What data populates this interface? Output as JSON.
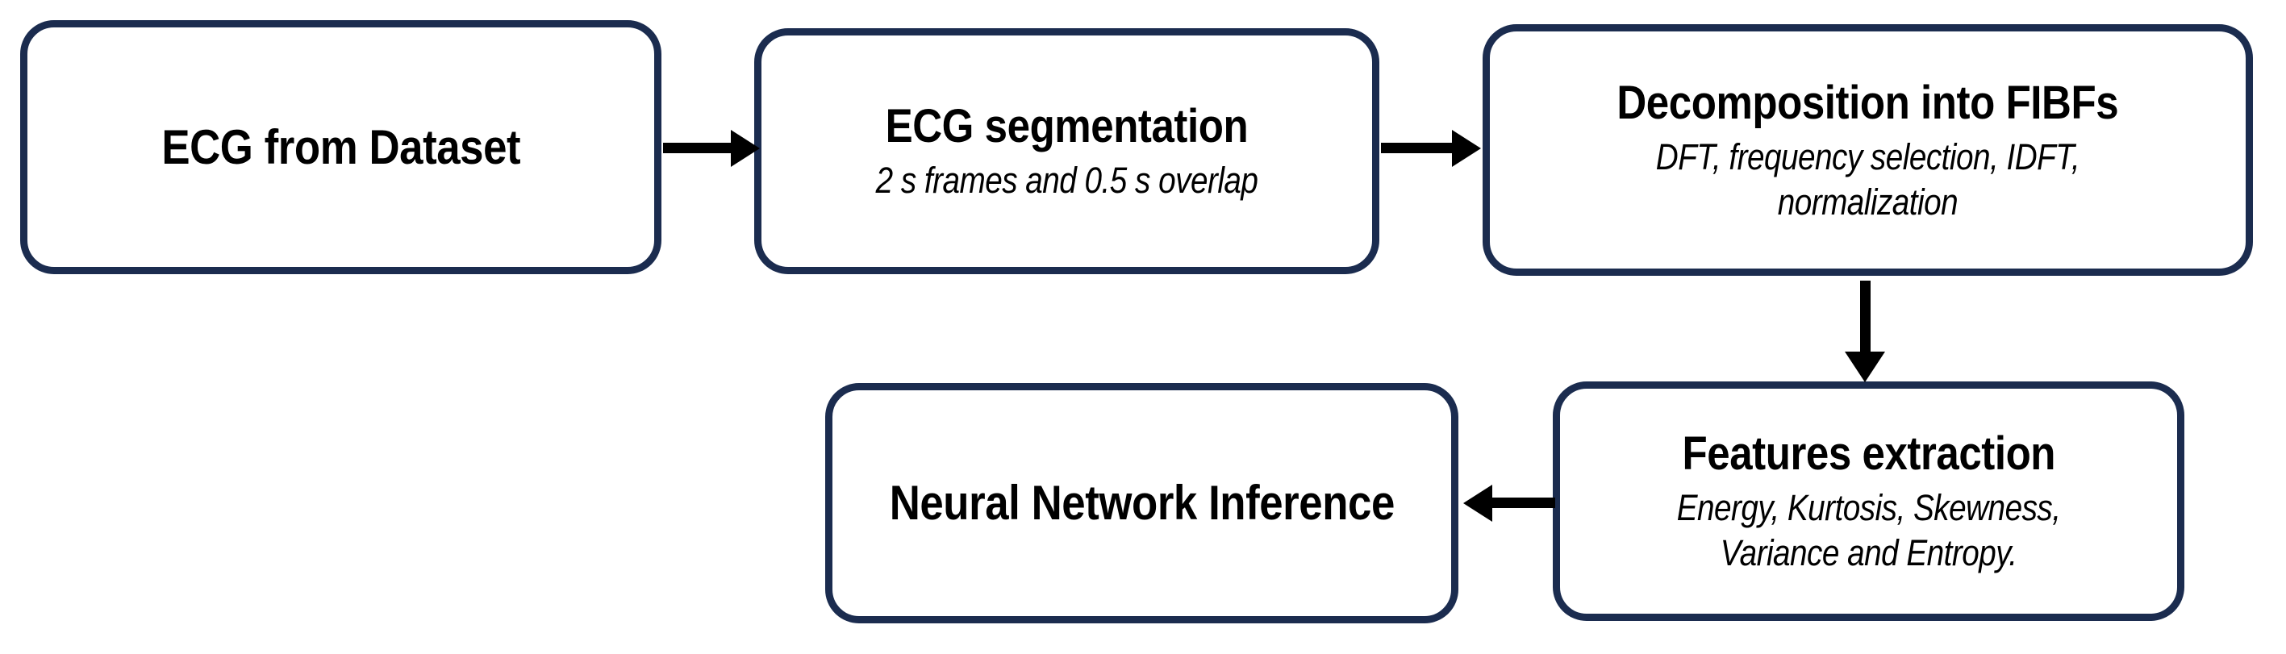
{
  "diagram": {
    "title": "ECG processing pipeline flowchart",
    "colors": {
      "node_border": "#1b2c4f",
      "node_fill": "#ffffff",
      "connector": "#000000",
      "text": "#000000",
      "background": "#ffffff"
    },
    "nodes": [
      {
        "id": "ecg-source",
        "title": "ECG from Dataset",
        "subtitle_lines": []
      },
      {
        "id": "ecg-segmentation",
        "title": "ECG segmentation",
        "subtitle_lines": [
          "2 s frames and 0.5 s overlap"
        ]
      },
      {
        "id": "decomposition",
        "title": "Decomposition into FIBFs",
        "subtitle_lines": [
          "DFT, frequency selection, IDFT,",
          "normalization"
        ]
      },
      {
        "id": "neural-network-inference",
        "title": "Neural Network Inference",
        "subtitle_lines": []
      },
      {
        "id": "features-extraction",
        "title": "Features extraction",
        "subtitle_lines": [
          "Energy, Kurtosis, Skewness,",
          "Variance and Entropy."
        ]
      }
    ],
    "connectors": [
      {
        "id": "source-to-segment",
        "from": "ecg-source",
        "to": "ecg-segmentation",
        "direction": "right"
      },
      {
        "id": "segment-to-decomp",
        "from": "ecg-segmentation",
        "to": "decomposition",
        "direction": "right"
      },
      {
        "id": "decomp-to-features",
        "from": "decomposition",
        "to": "features-extraction",
        "direction": "down"
      },
      {
        "id": "features-to-nn",
        "from": "features-extraction",
        "to": "neural-network-inference",
        "direction": "left"
      }
    ]
  }
}
